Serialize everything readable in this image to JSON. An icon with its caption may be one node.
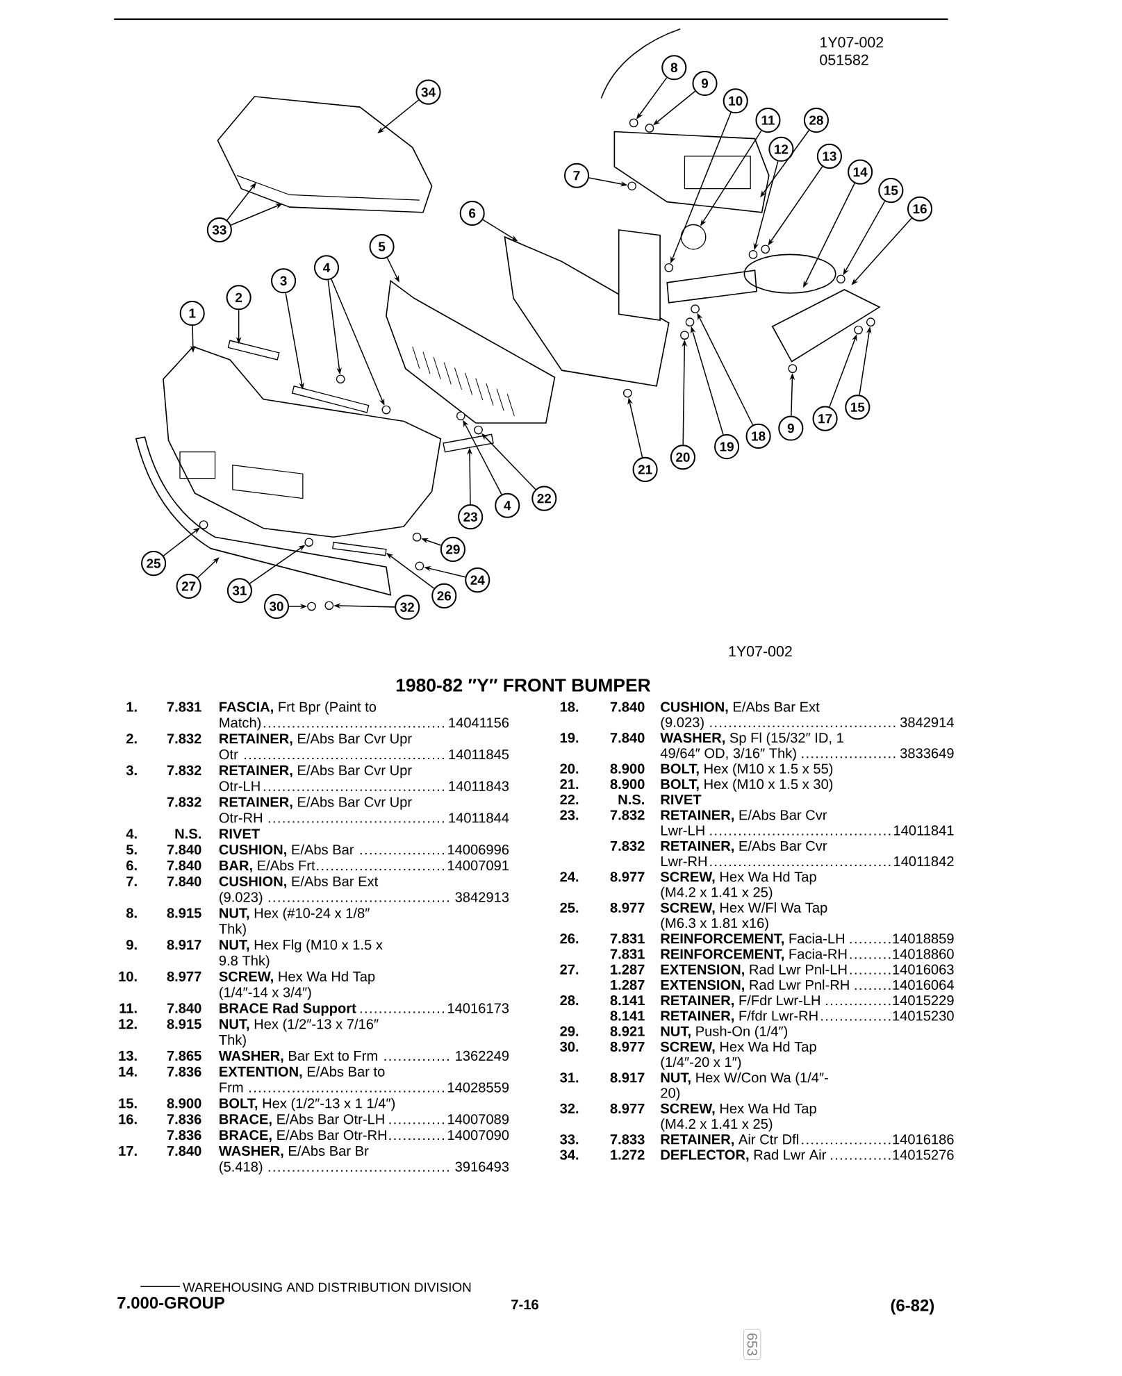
{
  "diagram": {
    "title": "1980-82 ″Y″ FRONT BUMPER",
    "nodes": [
      {
        "text": [
          "34"
        ]
      },
      {
        "text": [
          "33"
        ]
      },
      {
        "text": [
          "8"
        ]
      },
      {
        "text": [
          "9"
        ]
      },
      {
        "text": [
          "10"
        ]
      },
      {
        "text": [
          "11"
        ]
      },
      {
        "text": [
          "28"
        ]
      },
      {
        "text": [
          "12"
        ]
      },
      {
        "text": [
          "13"
        ]
      },
      {
        "text": [
          "14"
        ]
      },
      {
        "text": [
          "15"
        ]
      },
      {
        "text": [
          "16"
        ]
      },
      {
        "text": [
          "7"
        ]
      },
      {
        "text": [
          "6"
        ]
      },
      {
        "text": [
          "5"
        ]
      },
      {
        "text": [
          "4"
        ]
      },
      {
        "text": [
          "3"
        ]
      },
      {
        "text": [
          "2"
        ]
      },
      {
        "text": [
          "1"
        ]
      },
      {
        "text": [
          "15"
        ]
      },
      {
        "text": [
          "17"
        ]
      },
      {
        "text": [
          "9"
        ]
      },
      {
        "text": [
          "18"
        ]
      },
      {
        "text": [
          "19"
        ]
      },
      {
        "text": [
          "20"
        ]
      },
      {
        "text": [
          "21"
        ]
      },
      {
        "text": [
          "22"
        ]
      },
      {
        "text": [
          "4"
        ]
      },
      {
        "text": [
          "23"
        ]
      },
      {
        "text": [
          "29"
        ]
      },
      {
        "text": [
          "24"
        ]
      },
      {
        "text": [
          "26"
        ]
      },
      {
        "text": [
          "25"
        ]
      },
      {
        "text": [
          "27"
        ]
      },
      {
        "text": [
          "31"
        ]
      },
      {
        "text": [
          "30"
        ]
      },
      {
        "text": [
          "32"
        ]
      },
      {
        "text": [],
        "shape": "picture"
      },
      {
        "text": [],
        "shape": "circle"
      },
      {
        "text": [],
        "shape": "circle"
      },
      {
        "text": [],
        "shape": "circle"
      },
      {
        "text": [],
        "shape": "circle"
      },
      {
        "text": [],
        "shape": "picture"
      },
      {
        "text": [],
        "shape": "circle"
      },
      {
        "text": [],
        "shape": "circle"
      },
      {
        "text": [],
        "shape": "picture"
      },
      {
        "text": [],
        "shape": "circle"
      },
      {
        "text": [],
        "shape": "picture"
      },
      {
        "text": [],
        "shape": "circle"
      },
      {
        "text": [],
        "shape": "picture"
      },
      {
        "text": [],
        "shape": "picture"
      },
      {
        "text": [],
        "shape": "circle"
      },
      {
        "text": [],
        "shape": "circle"
      },
      {
        "text": [],
        "shape": "bar"
      },
      {
        "text": [],
        "shape": "bar"
      },
      {
        "text": [],
        "shape": "picture"
      },
      {
        "text": [],
        "shape": "circle"
      },
      {
        "text": [],
        "shape": "circle"
      },
      {
        "text": [],
        "shape": "circle"
      },
      {
        "text": [],
        "shape": "circle"
      },
      {
        "text": [],
        "shape": "circle"
      },
      {
        "text": [],
        "shape": "circle"
      },
      {
        "text": [],
        "shape": "circle"
      },
      {
        "text": [],
        "shape": "circle"
      },
      {
        "text": [],
        "shape": "circle"
      },
      {
        "text": [],
        "shape": "bar"
      },
      {
        "text": [],
        "shape": "circle"
      },
      {
        "text": [],
        "shape": "circle"
      },
      {
        "text": [],
        "shape": "bar"
      },
      {
        "text": [],
        "shape": "circle"
      },
      {
        "text": [],
        "shape": "picture"
      },
      {
        "text": [],
        "shape": "circle"
      },
      {
        "text": [],
        "shape": "circle"
      },
      {
        "text": [],
        "shape": "circle"
      }
    ],
    "edges": [
      {
        "from": 0,
        "to": 37,
        "arrow": "to"
      },
      {
        "from": 1,
        "to": 37,
        "arrow": "to"
      },
      {
        "from": 1,
        "to": 37,
        "arrow": "to"
      },
      {
        "from": 2,
        "to": 38,
        "arrow": "to"
      },
      {
        "from": 3,
        "to": 39,
        "arrow": "to"
      },
      {
        "from": 4,
        "to": 40,
        "arrow": "to"
      },
      {
        "from": 5,
        "to": 41,
        "arrow": "to"
      },
      {
        "from": 6,
        "to": 42,
        "arrow": "to"
      },
      {
        "from": 7,
        "to": 43,
        "arrow": "to"
      },
      {
        "from": 8,
        "to": 44,
        "arrow": "to"
      },
      {
        "from": 9,
        "to": 45,
        "arrow": "to"
      },
      {
        "from": 10,
        "to": 46,
        "arrow": "to"
      },
      {
        "from": 11,
        "to": 47,
        "arrow": "to"
      },
      {
        "from": 12,
        "to": 48,
        "arrow": "to"
      },
      {
        "from": 13,
        "to": 49,
        "arrow": "to"
      },
      {
        "from": 14,
        "to": 50,
        "arrow": "to"
      },
      {
        "from": 15,
        "to": 51,
        "arrow": "to"
      },
      {
        "from": 15,
        "to": 52,
        "arrow": "to"
      },
      {
        "from": 16,
        "to": 53,
        "arrow": "to"
      },
      {
        "from": 17,
        "to": 54,
        "arrow": "to"
      },
      {
        "from": 18,
        "to": 55,
        "arrow": "to"
      },
      {
        "from": 19,
        "to": 56,
        "arrow": "to"
      },
      {
        "from": 20,
        "to": 57,
        "arrow": "to"
      },
      {
        "from": 21,
        "to": 58,
        "arrow": "to"
      },
      {
        "from": 22,
        "to": 59,
        "arrow": "to"
      },
      {
        "from": 23,
        "to": 60,
        "arrow": "to"
      },
      {
        "from": 24,
        "to": 61,
        "arrow": "to"
      },
      {
        "from": 25,
        "to": 62,
        "arrow": "to"
      },
      {
        "from": 26,
        "to": 63,
        "arrow": "to"
      },
      {
        "from": 27,
        "to": 64,
        "arrow": "to"
      },
      {
        "from": 28,
        "to": 65,
        "arrow": "to"
      },
      {
        "from": 29,
        "to": 66,
        "arrow": "to"
      },
      {
        "from": 30,
        "to": 67,
        "arrow": "to"
      },
      {
        "from": 31,
        "to": 68,
        "arrow": "to"
      },
      {
        "from": 32,
        "to": 69,
        "arrow": "to"
      },
      {
        "from": 33,
        "to": 70,
        "arrow": "to"
      },
      {
        "from": 34,
        "to": 71,
        "arrow": "to"
      },
      {
        "from": 35,
        "to": 72,
        "arrow": "to"
      },
      {
        "from": 36,
        "to": 73,
        "arrow": "to"
      }
    ],
    "labels": [
      "1Y07-002",
      "051582",
      "1Y07-002",
      "1.",
      "7.831",
      "**FASCIA,** Frt Bpr (Paint to Match)",
      "14041156",
      "2.",
      "7.832",
      "**RETAINER,** E/Abs Bar Cvr Upr Otr",
      "14011845",
      "3.",
      "7.832",
      "**RETAINER,** E/Abs Bar Cvr Upr Otr-LH",
      "14011843",
      "7.832",
      "**RETAINER,** E/Abs Bar Cvr Upr Otr-RH",
      "14011844",
      "4.",
      "N.S.",
      "**RIVET**",
      "5.",
      "7.840",
      "**CUSHION,** E/Abs Bar",
      "14006996",
      "6.",
      "7.840",
      "**BAR,** E/Abs Frt",
      "14007091",
      "7.",
      "7.840",
      "**CUSHION,** E/Abs Bar Ext (9.023)",
      "3842913",
      "8.",
      "8.915",
      "**NUT,** Hex (#10-24 x 1/8″ Thk)",
      "9.",
      "8.917",
      "**NUT,** Hex Flg (M10 x 1.5 x 9.8 Thk)",
      "10.",
      "8.977",
      "**SCREW,** Hex Wa Hd Tap (1/4″-14 x 3/4″)",
      "11.",
      "7.840",
      "**BRACE Rad Support**",
      "14016173",
      "12.",
      "8.915",
      "**NUT,** Hex (1/2″-13 x 7/16″ Thk)",
      "13.",
      "7.865",
      "**WASHER,** Bar Ext to Frm",
      "1362249",
      "14.",
      "7.836",
      "**EXTENTION,** E/Abs Bar to Frm",
      "14028559",
      "15.",
      "8.900",
      "**BOLT,** Hex (1/2″-13 x 1 1/4″)",
      "16.",
      "7.836",
      "**BRACE,** E/Abs Bar Otr-LH",
      "14007089",
      "7.836",
      "**BRACE,** E/Abs Bar Otr-RH",
      "14007090",
      "17.",
      "7.840",
      "**WASHER,** E/Abs Bar Br (5.418)",
      "3916493",
      "18.",
      "7.840",
      "**CUSHION,** E/Abs Bar Ext (9.023)",
      "3842914",
      "19.",
      "7.840",
      "**WASHER,** Sp Fl (15/32″ ID, 1 49/64″ OD, 3/16″ Thk)",
      "3833649",
      "20.",
      "8.900",
      "**BOLT,** Hex (M10 x 1.5 x 55)",
      "21.",
      "8.900",
      "**BOLT,** Hex (M10 x 1.5 x 30)",
      "22.",
      "N.S.",
      "**RIVET**",
      "23.",
      "7.832",
      "**RETAINER,** E/Abs Bar Cvr Lwr-LH",
      "14011841",
      "7.832",
      "**RETAINER,** E/Abs Bar Cvr Lwr-RH",
      "14011842",
      "24.",
      "8.977",
      "**SCREW,** Hex Wa Hd Tap (M4.2 x 1.41 x 25)",
      "25.",
      "8.977",
      "**SCREW,** Hex W/Fl Wa Tap (M6.3 x 1.81 x16)",
      "26.",
      "7.831",
      "**REINFORCEMENT,** Facia-LH",
      "14018859",
      "7.831",
      "**REINFORCEMENT,** Facia-RH",
      "14018860",
      "27.",
      "1.287",
      "**EXTENSION,** Rad Lwr Pnl-LH",
      "14016063",
      "1.287",
      "**EXTENSION,** Rad Lwr Pnl-RH",
      "14016064",
      "28.",
      "8.141",
      "**RETAINER,** F/Fdr Lwr-LH",
      "14015229",
      "8.141",
      "**RETAINER,** F/fdr Lwr-RH",
      "14015230",
      "29.",
      "8.921",
      "**NUT,** Push-On (1/4″)",
      "30.",
      "8.977",
      "**SCREW,** Hex Wa Hd Tap (1/4″-20 x 1″)",
      "31.",
      "8.917",
      "**NUT,** Hex W/Con Wa (1/4″- 20)",
      "32.",
      "8.977",
      "**SCREW,** Hex Wa Hd Tap (M4.2 x 1.41 x 25)",
      "33.",
      "7.833",
      "**RETAINER,** Air Ctr Dfl",
      "14016186",
      "34.",
      "1.272",
      "**DEFLECTOR,** Rad Lwr Air",
      "14015276",
      "WAREHOUSING AND DISTRIBUTION DIVISION",
      "7.000-GROUP",
      "7-16",
      "(6-82)",
      "653"
    ]
  }
}
